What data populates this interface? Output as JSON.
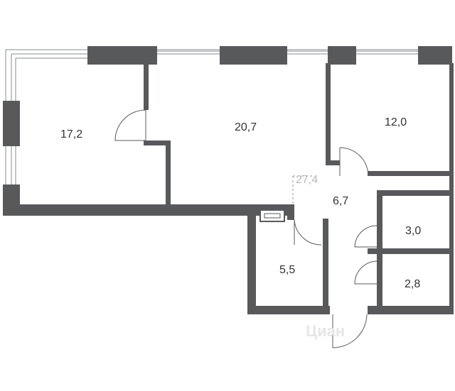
{
  "plan": {
    "rooms": [
      {
        "id": "room-a",
        "area": "17,2"
      },
      {
        "id": "room-b",
        "area": "20,7"
      },
      {
        "id": "room-c",
        "area": "12,0"
      },
      {
        "id": "hall",
        "area": "6,7"
      },
      {
        "id": "bath-1",
        "area": "3,0"
      },
      {
        "id": "bath-2",
        "area": "2,8"
      },
      {
        "id": "storage",
        "area": "5,5"
      }
    ],
    "total_area": "27,4",
    "watermark": "Циан",
    "colors": {
      "wall": "#58595b",
      "text": "#333333",
      "total": "#b8b8b8"
    }
  }
}
